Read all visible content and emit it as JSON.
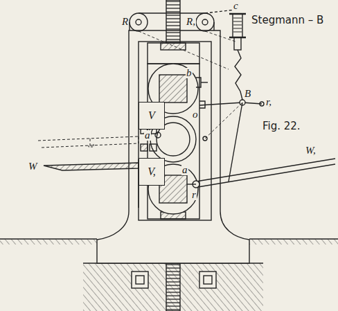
{
  "diagram": {
    "nodes": [
      {
        "text": [
          "V"
        ]
      },
      {
        "text": [
          "V,"
        ]
      }
    ],
    "labels": [
      "R",
      "R,",
      "c",
      "Stegmann – B",
      "b",
      "o",
      "B",
      "r,",
      "Fig. 22.",
      "a",
      "W",
      "a",
      "r",
      "W,"
    ]
  }
}
